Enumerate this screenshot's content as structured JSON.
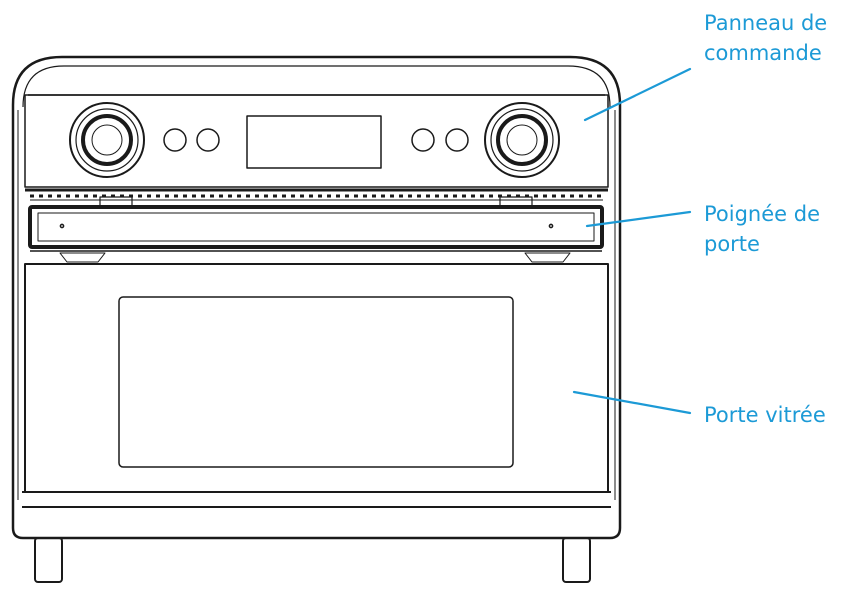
{
  "colors": {
    "line": "#1a1a1a",
    "callout": "#1c9ad6",
    "background": "#ffffff"
  },
  "callouts": [
    {
      "id": "panel",
      "text": "Panneau de\ncommande"
    },
    {
      "id": "handle",
      "text": "Poignée de\nporte"
    },
    {
      "id": "door",
      "text": "Porte vitrée"
    }
  ]
}
